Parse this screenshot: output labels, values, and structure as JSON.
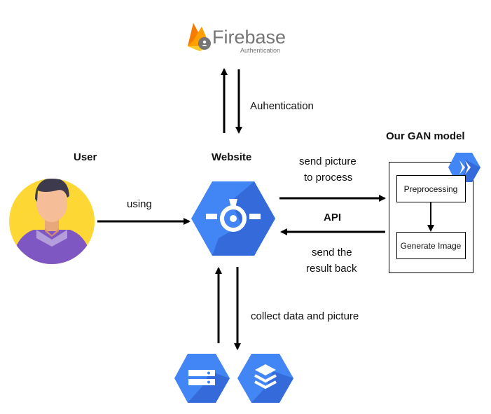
{
  "firebase": {
    "name": "Firebase",
    "subtitle": "Authentication",
    "brand_color": "#FFA000",
    "text_color": "#757575"
  },
  "nodes": {
    "user": {
      "label": "User"
    },
    "website": {
      "label": "Website"
    },
    "gan": {
      "label": "Our GAN model"
    },
    "preprocessing": {
      "label": "Preprocessing"
    },
    "generate": {
      "label": "Generate Image"
    }
  },
  "edges": {
    "auth": "Auhentication",
    "using": "using",
    "send_picture_line1": "send picture",
    "send_picture_line2": "to process",
    "api": "API",
    "send_result_line1": "send the",
    "send_result_line2": "result back",
    "collect": "collect data and picture"
  },
  "colors": {
    "gcp_blue": "#4285F4",
    "gcp_dark": "#3367D6",
    "arrow": "#000000",
    "avatar_bg": "#FDD835"
  },
  "icons": {
    "firebase": "firebase-flame-icon",
    "website": "app-engine-icon",
    "gan": "cloud-run-icon",
    "storage_left": "cloud-storage-icon",
    "storage_right": "datastore-stack-icon",
    "user": "user-avatar-icon"
  }
}
